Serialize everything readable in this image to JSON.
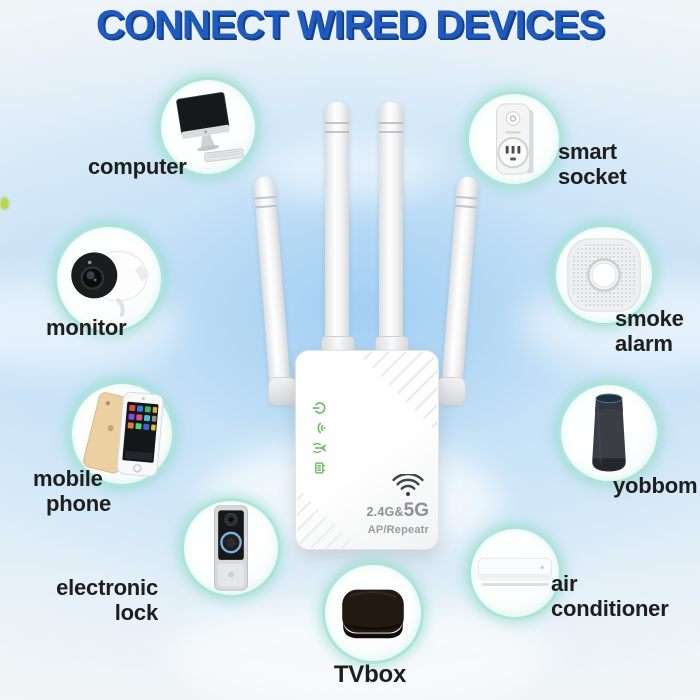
{
  "title": "CONNECT WIRED DEVICES",
  "devices": {
    "computer": {
      "label": "computer",
      "icon": "computer-icon"
    },
    "smart_socket": {
      "line1": "smart",
      "line2": "socket",
      "icon": "smart-socket-icon"
    },
    "monitor": {
      "label": "monitor",
      "icon": "security-camera-icon"
    },
    "smoke_alarm": {
      "line1": "smoke",
      "line2": "alarm",
      "icon": "smoke-alarm-icon"
    },
    "mobile_phone": {
      "line1": "mobile",
      "line2": "phone",
      "icon": "mobile-phone-icon"
    },
    "yobbom": {
      "label": "yobbom",
      "icon": "smart-speaker-icon"
    },
    "electronic_lock": {
      "line1": "electronic",
      "line2": "lock",
      "icon": "video-doorbell-icon"
    },
    "tvbox": {
      "label": "TVbox",
      "icon": "tv-box-icon"
    },
    "air_conditioner": {
      "line1": "air",
      "line2": "conditioner",
      "icon": "air-conditioner-icon"
    }
  },
  "repeater": {
    "band_prefix": "2.4G&",
    "band_big": "5G",
    "mode_label": "AP/Repeatr",
    "wifi_icon": "wifi-icon",
    "led_icons": [
      "power-icon",
      "wps-signal-icon",
      "antenna-icon",
      "ethernet-icon"
    ],
    "antenna_count": 4
  },
  "colors": {
    "title_blue": "#1e5ac0",
    "title_shadow_blue": "#16407f",
    "halo_ring_teal": "#8bdac7",
    "led_green": "#74bd6d",
    "label_color": "#1e1e1e",
    "repeater_text_gray": "#8d9297",
    "sky_blue": "#cce2f5"
  }
}
